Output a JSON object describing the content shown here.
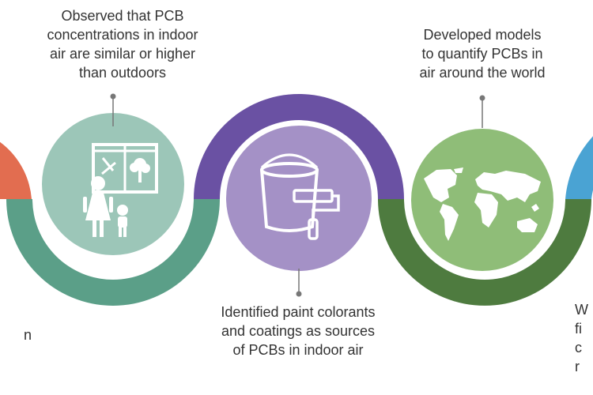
{
  "captions": {
    "indoor_air": "Observed that PCB\nconcentrations in indoor\nair are similar or higher\nthan outdoors",
    "paint": "Identified paint colorants\nand coatings as sources\nof PCBs in indoor air",
    "models": "Developed models\nto quantify PCBs in\nair around the world",
    "right_partial": "W\nfi\nc\nr",
    "left_partial": "n"
  },
  "colors": {
    "red": "#e26d50",
    "teal": "#5b9f88",
    "teal_light": "#9cc6b8",
    "purple": "#6a51a3",
    "purple_light": "#a491c6",
    "green": "#4e7b3f",
    "green_light": "#8fbd78",
    "blue": "#4aa3d3",
    "connector": "#777777"
  },
  "icons": {
    "indoor": "woman-child-window-icon",
    "paint": "paint-bucket-roller-icon",
    "globe": "world-map-icon"
  }
}
